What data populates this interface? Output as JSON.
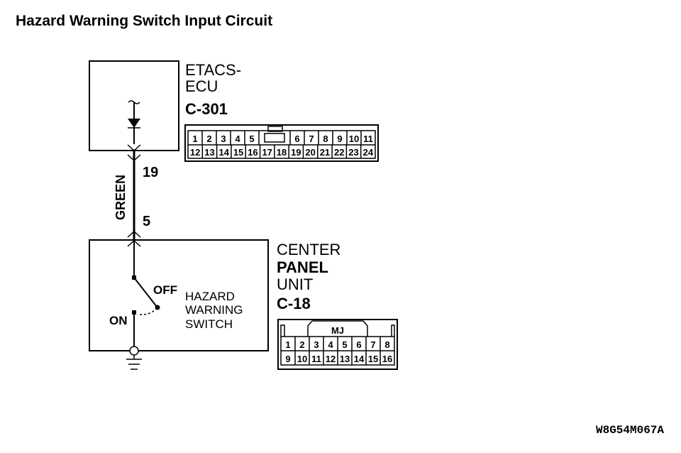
{
  "title": "Hazard Warning Switch Input Circuit",
  "components": {
    "etacs": {
      "name_line1": "ETACS-",
      "name_line2": "ECU",
      "connector": "C-301",
      "connector_pins_row1": [
        "1",
        "2",
        "3",
        "4",
        "5",
        "",
        "6",
        "7",
        "8",
        "9",
        "10",
        "11"
      ],
      "connector_pins_row2": [
        "12",
        "13",
        "14",
        "15",
        "16",
        "17",
        "18",
        "19",
        "20",
        "21",
        "22",
        "23",
        "24"
      ]
    },
    "center_panel": {
      "name_line1": "CENTER",
      "name_line2": "PANEL",
      "name_line3": "UNIT",
      "connector": "C-18",
      "connector_key": "MJ",
      "connector_pins_row1": [
        "1",
        "2",
        "3",
        "4",
        "5",
        "6",
        "7",
        "8"
      ],
      "connector_pins_row2": [
        "9",
        "10",
        "11",
        "12",
        "13",
        "14",
        "15",
        "16"
      ]
    },
    "switch": {
      "label_line1": "HAZARD",
      "label_line2": "WARNING",
      "label_line3": "SWITCH",
      "off_label": "OFF",
      "on_label": "ON"
    }
  },
  "wire": {
    "color": "GREEN",
    "pin_top": "19",
    "pin_bottom": "5"
  },
  "reference_code": "W8G54M067A"
}
